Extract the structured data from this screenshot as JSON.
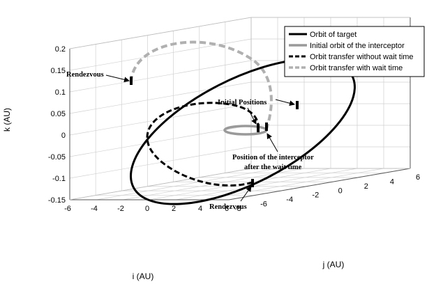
{
  "chart_data": {
    "type": "line3d",
    "xlabel": "i (AU)",
    "ylabel": "j (AU)",
    "zlabel": "k (AU)",
    "xlim": [
      -6,
      6
    ],
    "ylim": [
      -8,
      6
    ],
    "zlim": [
      -0.15,
      0.2
    ],
    "x_ticks": [
      "-6",
      "-4",
      "-2",
      "0",
      "2",
      "4",
      "6"
    ],
    "y_ticks": [
      "-8",
      "-6",
      "-4",
      "-2",
      "0",
      "2",
      "4",
      "6"
    ],
    "z_ticks": [
      "-0.15",
      "-0.1",
      "-0.05",
      "0",
      "0.05",
      "0.1",
      "0.15",
      "0.2"
    ],
    "grid": true,
    "legend_position": "top-right",
    "series": [
      {
        "name": "Orbit of target",
        "color": "#000000",
        "style": "solid",
        "shape": "ellipse"
      },
      {
        "name": "Initial orbit of the interceptor",
        "color": "#9a9a9a",
        "style": "solid",
        "shape": "ellipse"
      },
      {
        "name": "Orbit transfer without wait time",
        "color": "#000000",
        "style": "dashed",
        "shape": "arc"
      },
      {
        "name": "Orbit transfer with wait time",
        "color": "#b0b0b0",
        "style": "dashed",
        "shape": "arc"
      }
    ],
    "annotations": [
      {
        "text": "Rendezvous"
      },
      {
        "text": "Initial Positions"
      },
      {
        "text": "Position of the interceptor"
      },
      {
        "text": "after the wait time"
      },
      {
        "text": "Rendezvous"
      }
    ]
  }
}
